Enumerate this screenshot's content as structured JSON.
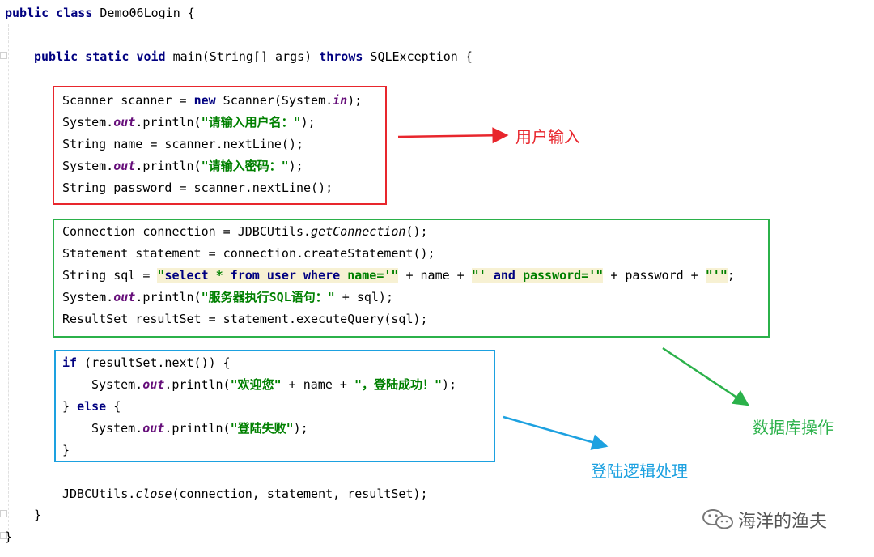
{
  "code": {
    "class_decl": [
      "public",
      " ",
      "class",
      " Demo06Login {"
    ],
    "method_decl": [
      "public",
      " ",
      "static",
      " ",
      "void",
      " main(String[] args) ",
      "throws",
      " SQLException {"
    ],
    "input_block": {
      "l1": [
        "Scanner scanner = ",
        "new",
        " Scanner(System.",
        "in",
        ");"
      ],
      "l2": [
        "System.",
        "out",
        ".println(",
        "\"请输入用户名：\"",
        ");"
      ],
      "l3": "String name = scanner.nextLine();",
      "l4": [
        "System.",
        "out",
        ".println(",
        "\"请输入密码：\"",
        ");"
      ],
      "l5": "String password = scanner.nextLine();"
    },
    "db_block": {
      "l1": [
        "Connection connection = JDBCUtils.",
        "getConnection",
        "();"
      ],
      "l2": "Statement statement = connection.createStatement();",
      "l3": [
        "String sql = ",
        "\"",
        "select",
        " * ",
        "from",
        " ",
        "user",
        " ",
        "where",
        " name='",
        "\"",
        " + name + ",
        "\"'",
        " ",
        "and",
        " password='",
        "\"",
        " + password + ",
        "\"'",
        "\"",
        ";"
      ],
      "l4": [
        "System.",
        "out",
        ".println(",
        "\"服务器执行SQL语句：\"",
        " + sql);"
      ],
      "l5": "ResultSet resultSet = statement.executeQuery(sql);"
    },
    "logic_block": {
      "l1": [
        "if",
        " (resultSet.next()) {"
      ],
      "l2": [
        "System.",
        "out",
        ".println(",
        "\"欢迎您\"",
        " + name + ",
        "\"，登陆成功！\"",
        ");"
      ],
      "l3": [
        "} ",
        "else",
        " {"
      ],
      "l4": [
        "System.",
        "out",
        ".println(",
        "\"登陆失败\"",
        ");"
      ],
      "l5": "}"
    },
    "close_line": [
      "JDBCUtils.",
      "close",
      "(connection, statement, resultSet);"
    ],
    "method_close": "}",
    "class_close": "}"
  },
  "annotations": {
    "input": "用户输入",
    "db": "数据库操作",
    "logic": "登陆逻辑处理"
  },
  "watermark": "海洋的渔夫",
  "colors": {
    "red": "#e8262d",
    "green": "#2bb14a",
    "blue": "#1da1e0",
    "keyword": "#000080",
    "string": "#008000",
    "static_field": "#660e7a"
  }
}
